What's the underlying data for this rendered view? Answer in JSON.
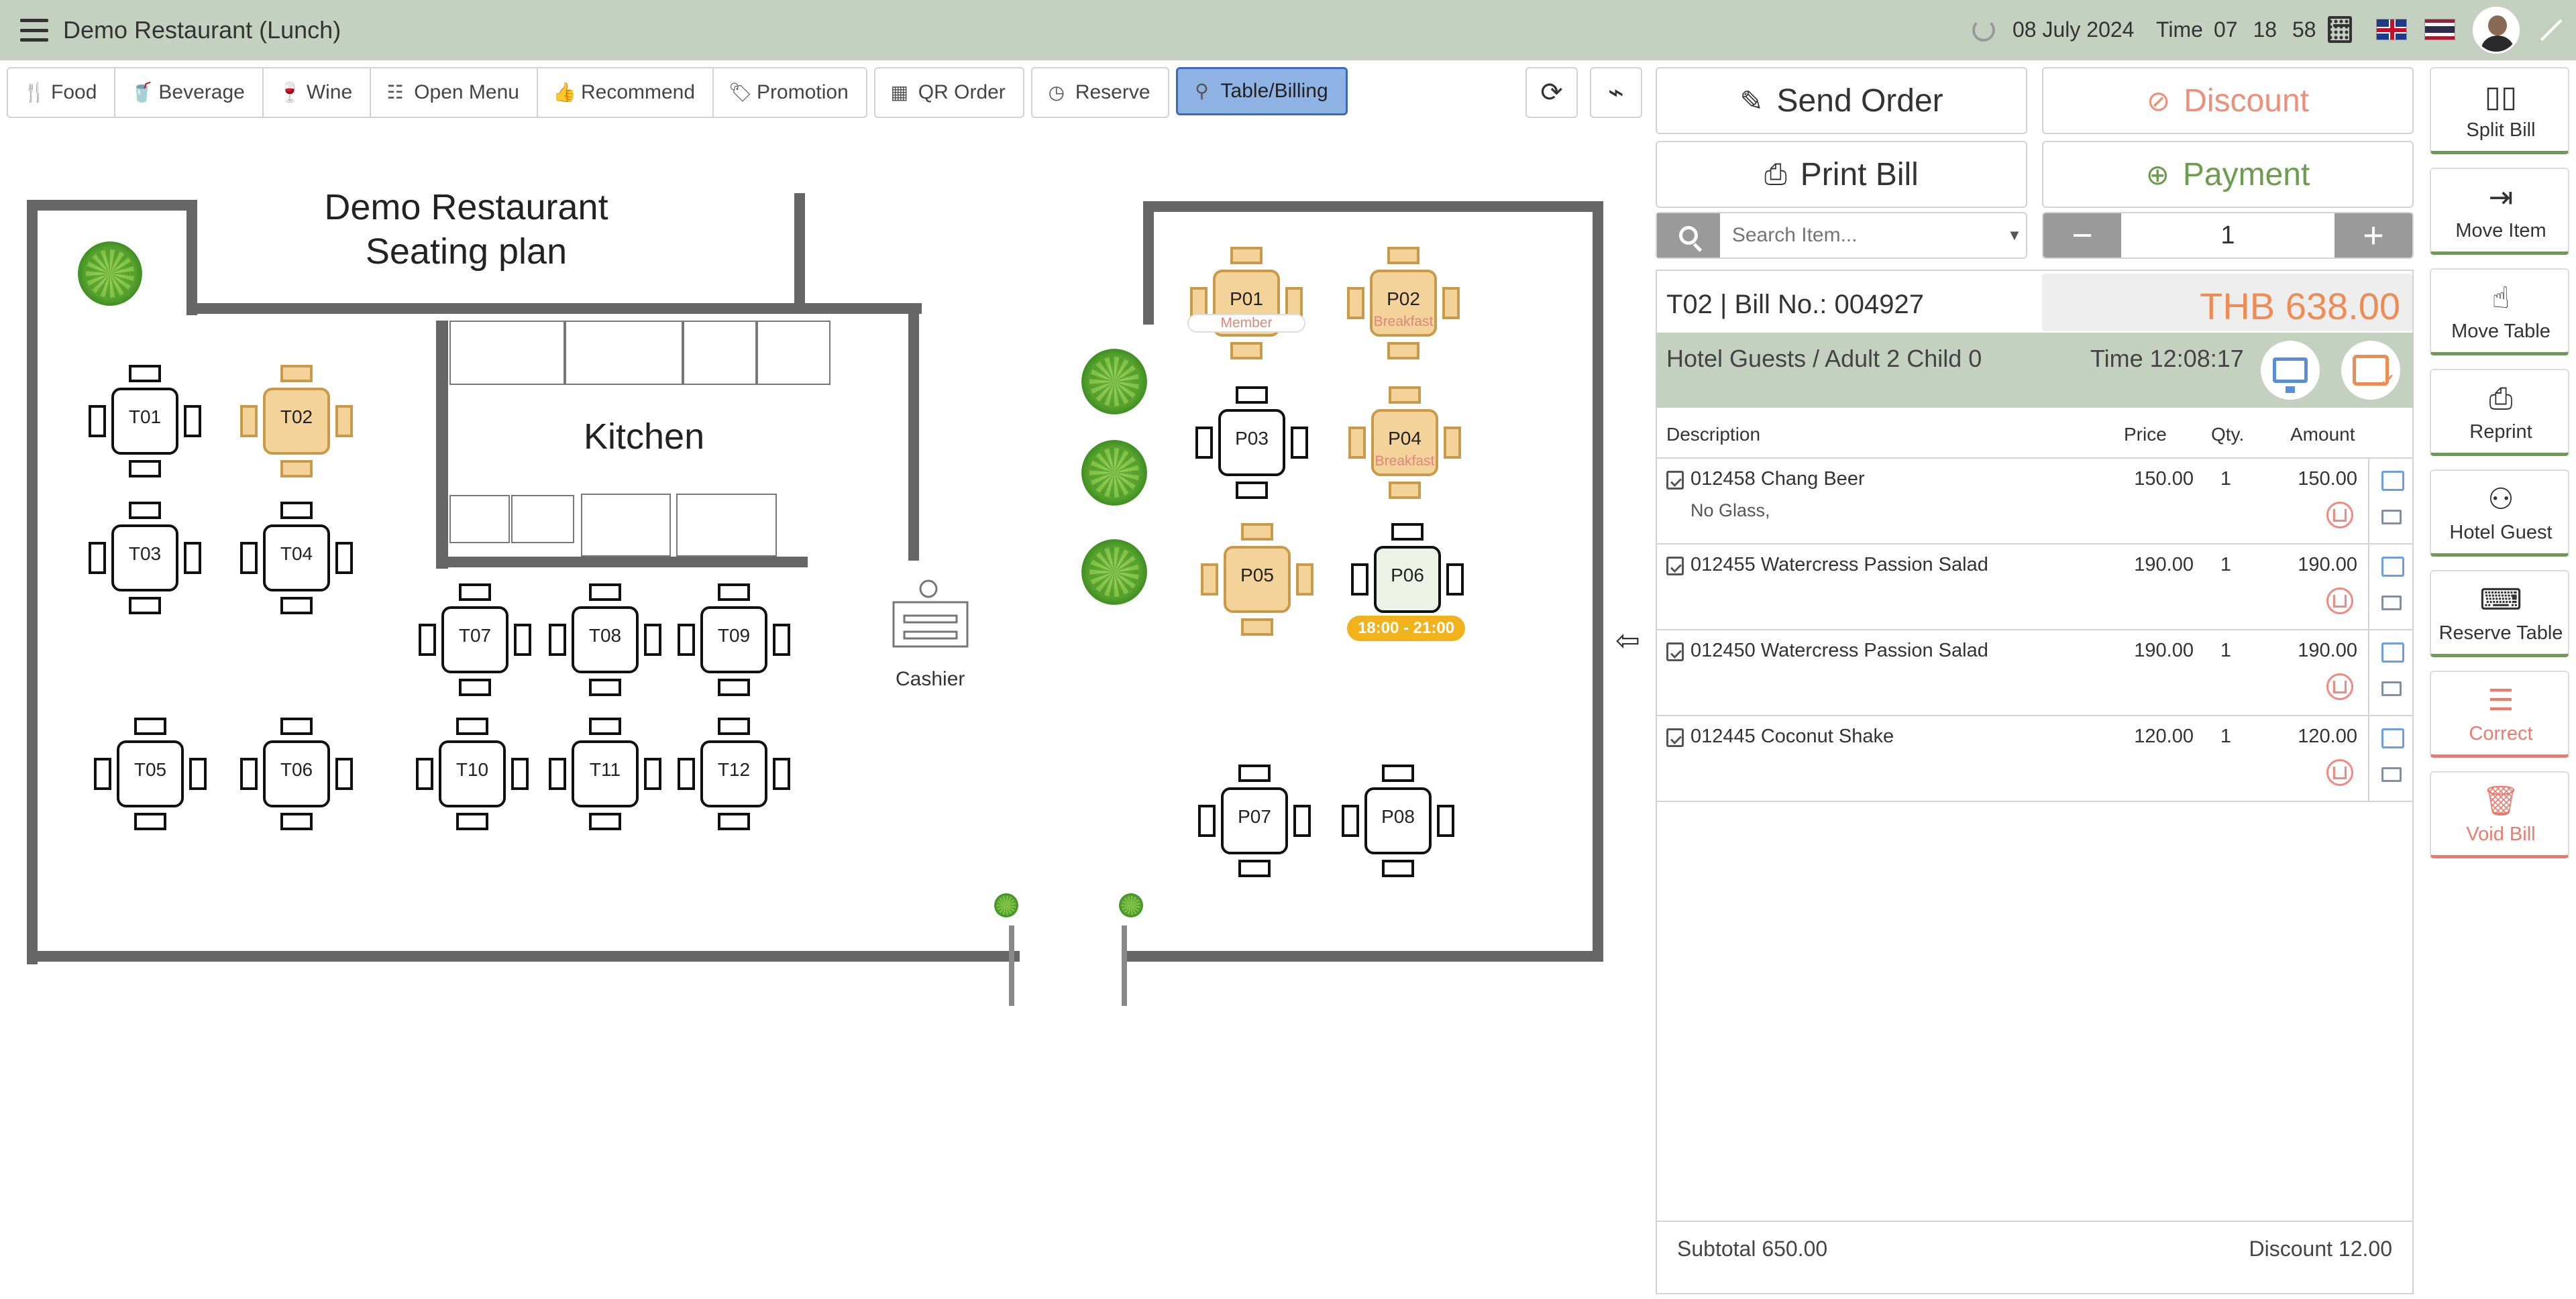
{
  "header": {
    "title": "Demo Restaurant (Lunch)",
    "date": "08 July 2024",
    "time_label": "Time",
    "time": "07 18 58"
  },
  "toolbar": {
    "group1": [
      {
        "label": "Food",
        "icon": "fork-knife-icon"
      },
      {
        "label": "Beverage",
        "icon": "cup-icon"
      },
      {
        "label": "Wine",
        "icon": "wine-bottle-icon"
      },
      {
        "label": "Open Menu",
        "icon": "menu-list-icon"
      },
      {
        "label": "Recommend",
        "icon": "thumbs-up-icon"
      },
      {
        "label": "Promotion",
        "icon": "tag-icon"
      }
    ],
    "qr": {
      "label": "QR Order",
      "icon": "qr-icon"
    },
    "reserve": {
      "label": "Reserve",
      "icon": "clock-icon"
    },
    "table_billing": {
      "label": "Table/Billing",
      "icon": "table-icon"
    }
  },
  "floor": {
    "title_line1": "Demo Restaurant",
    "title_line2": "Seating plan",
    "kitchen": "Kitchen",
    "cashier": "Cashier",
    "tables": [
      {
        "id": "T01",
        "status": "free"
      },
      {
        "id": "T02",
        "status": "occupied"
      },
      {
        "id": "T03",
        "status": "free"
      },
      {
        "id": "T04",
        "status": "free"
      },
      {
        "id": "T05",
        "status": "free"
      },
      {
        "id": "T06",
        "status": "free"
      },
      {
        "id": "T07",
        "status": "free"
      },
      {
        "id": "T08",
        "status": "free"
      },
      {
        "id": "T09",
        "status": "free"
      },
      {
        "id": "T10",
        "status": "free"
      },
      {
        "id": "T11",
        "status": "free"
      },
      {
        "id": "T12",
        "status": "free"
      },
      {
        "id": "P01",
        "status": "occupied",
        "note": "Member"
      },
      {
        "id": "P02",
        "status": "occupied",
        "note": "Breakfast"
      },
      {
        "id": "P03",
        "status": "free"
      },
      {
        "id": "P04",
        "status": "occupied",
        "note": "Breakfast"
      },
      {
        "id": "P05",
        "status": "occupied"
      },
      {
        "id": "P06",
        "status": "reserved",
        "reservation": "18:00 - 21:00"
      },
      {
        "id": "P07",
        "status": "free"
      },
      {
        "id": "P08",
        "status": "free"
      }
    ]
  },
  "order": {
    "send_order": "Send Order",
    "discount": "Discount",
    "print_bill": "Print Bill",
    "payment": "Payment",
    "search_placeholder": "Search Item...",
    "qty_minus": "−",
    "qty_value": "1",
    "qty_plus": "+",
    "bill_no": "T02 | Bill No.: 004927",
    "bill_total": "THB 638.00",
    "guest_info": "Hotel Guests / Adult 2 Child 0",
    "guest_time": "Time 12:08:17",
    "columns": {
      "description": "Description",
      "price": "Price",
      "qty": "Qty.",
      "amount": "Amount"
    },
    "items": [
      {
        "name": "012458 Chang Beer",
        "note": "No Glass,",
        "price": "150.00",
        "qty": "1",
        "amount": "150.00"
      },
      {
        "name": "012455 Watercress Passion Salad",
        "note": "",
        "price": "190.00",
        "qty": "1",
        "amount": "190.00"
      },
      {
        "name": "012450 Watercress Passion Salad",
        "note": "",
        "price": "190.00",
        "qty": "1",
        "amount": "190.00"
      },
      {
        "name": "012445 Coconut Shake",
        "note": "",
        "price": "120.00",
        "qty": "1",
        "amount": "120.00"
      }
    ],
    "subtotal": "Subtotal 650.00",
    "discount_total": "Discount 12.00"
  },
  "actions": [
    {
      "label": "Split Bill",
      "icon": "split-bill-icon",
      "variant": "green"
    },
    {
      "label": "Move Item",
      "icon": "move-item-icon",
      "variant": "green"
    },
    {
      "label": "Move Table",
      "icon": "hand-pointer-icon",
      "variant": "green"
    },
    {
      "label": "Reprint",
      "icon": "printer-icon",
      "variant": "green"
    },
    {
      "label": "Hotel Guest",
      "icon": "users-icon",
      "variant": "green"
    },
    {
      "label": "Reserve Table",
      "icon": "reserve-table-icon",
      "variant": "green"
    },
    {
      "label": "Correct",
      "icon": "correct-icon",
      "variant": "red"
    },
    {
      "label": "Void Bill",
      "icon": "trash-icon",
      "variant": "red"
    }
  ],
  "colors": {
    "header": "#c5d1c0",
    "occupied": "#f4d39a",
    "accent_orange": "#ee8c55",
    "accent_green": "#6c9c4e",
    "active_tab": "#8eb2e3"
  }
}
